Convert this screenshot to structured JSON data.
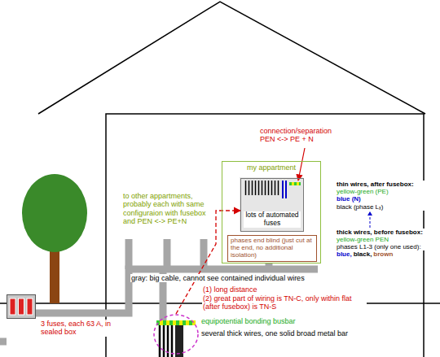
{
  "diagram": {
    "nodes": [
      {
        "text": [
          "my appartment"
        ]
      },
      {
        "text": [
          "lots of automated fuses"
        ],
        "in": 0
      },
      {
        "text": [
          "phases end blind (just cut at the end, no additional isolation)"
        ],
        "in": 0
      },
      {
        "text": [
          "3 fuses, each 63 A, in sealed box"
        ]
      },
      {
        "text": [
          "equipotential bonding busbar",
          "several thick wires, one solid broad metal bar"
        ]
      }
    ],
    "edges": [
      {
        "from": 4,
        "to": 1,
        "arrow": "to"
      }
    ],
    "labels": [
      "connection/separation PEN <-> PE + N",
      "to other appartments, probably each with same configuraion with fusebox and PEN <-> PE+N",
      "thin wires, after fusebox:",
      "yellow-green (PE)",
      "blue (N)",
      "black (phase Lₓ)",
      "thick wires, before fusebox:",
      "yellow-green PEN",
      "phases L1-3 (only one used):",
      "blue,",
      "black,",
      "brown",
      "gray: big cable, cannot see contained individual wires",
      "(1) long distance",
      "(2) great part of wiring is TN-C, only within flat (after fusebox) is TN-S"
    ]
  }
}
